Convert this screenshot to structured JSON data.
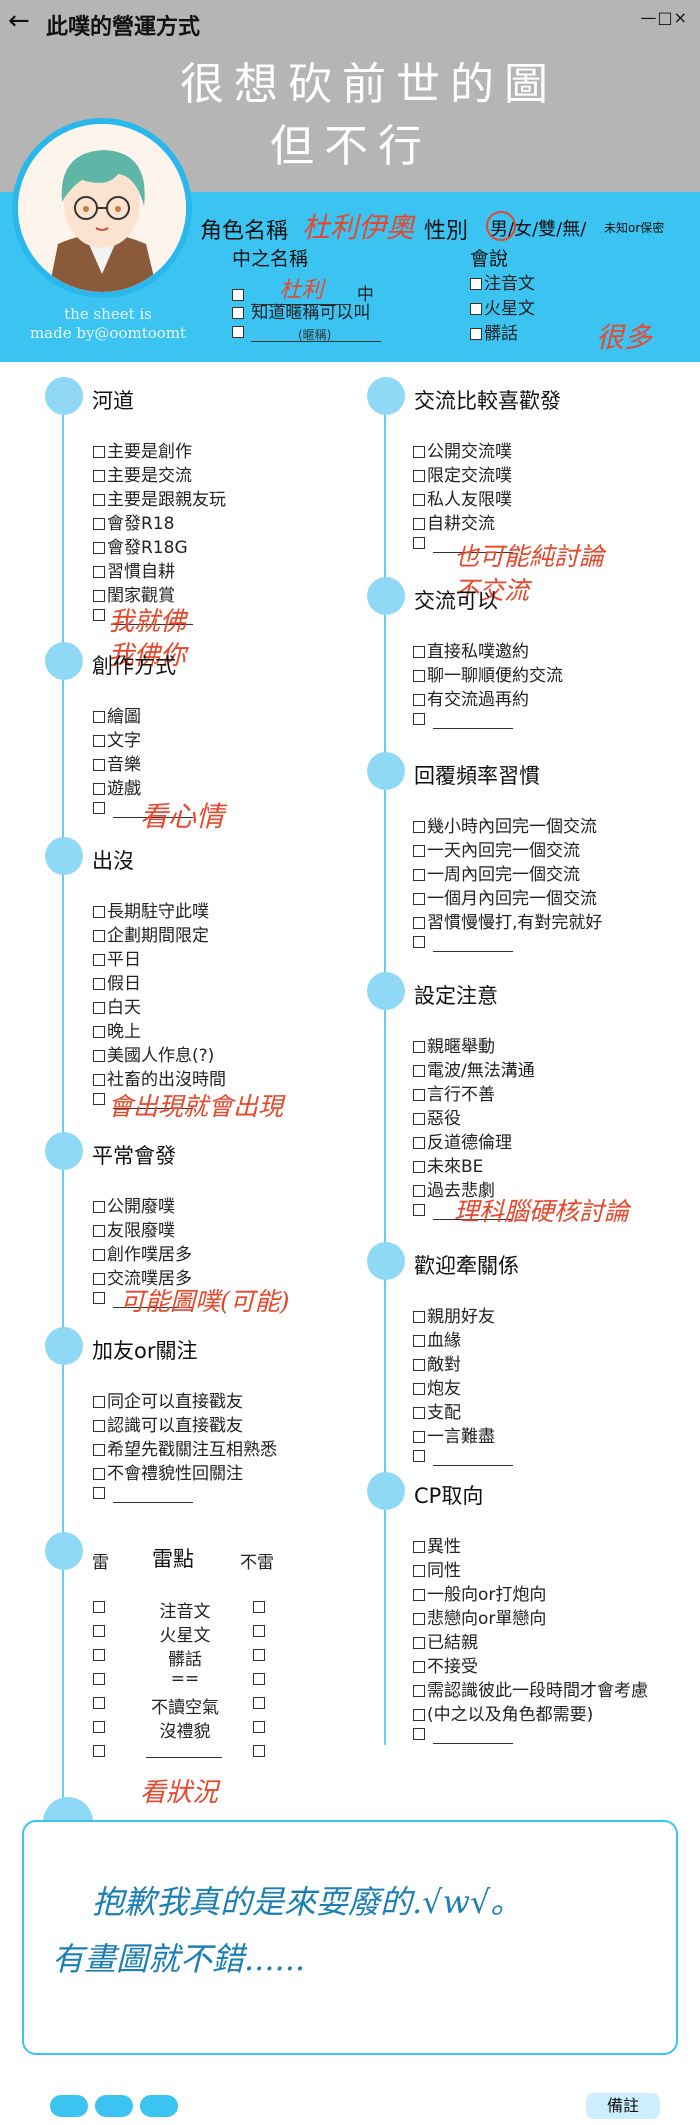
{
  "header": {
    "back_glyph": "←",
    "title": "此噗的營運方式",
    "window_controls": "—□×"
  },
  "banner": {
    "line1": "很想砍前世的圖",
    "line2": "但不行"
  },
  "credit": {
    "line1": "the sheet is",
    "line2": "made by@oomtoomt"
  },
  "profile": {
    "name_label": "角色名稱",
    "name_value": "杜利伊奧",
    "gender_label": "性別",
    "gender_options": "男/女/雙/無/",
    "gender_extra": "未知or保密",
    "chinese_name_label": "中之名稱",
    "chinese_name_value": "杜利",
    "chinese_name_suffix": "中",
    "chinese_opt2": "知道暱稱可以叫",
    "nickname_caption": "(暱稱)",
    "speaks_label": "會說",
    "speaks": [
      "注音文",
      "火星文",
      "髒話"
    ],
    "speaks_note": "很多"
  },
  "left_sections": [
    {
      "title": "河道",
      "items": [
        "主要是創作",
        "主要是交流",
        "主要是跟親友玩",
        "會發R18",
        "會發R18G",
        "習慣自耕",
        "閨家觀賞"
      ],
      "note": "我就佛 我佛你"
    },
    {
      "title": "創作方式",
      "items": [
        "繪圖",
        "文字",
        "音樂",
        "遊戲"
      ],
      "note": "看心情"
    },
    {
      "title": "出沒",
      "items": [
        "長期駐守此噗",
        "企劃期間限定",
        "平日",
        "假日",
        "白天",
        "晚上",
        "美國人作息(?)",
        "社畜的出沒時間"
      ],
      "note": "會出現就會出現"
    },
    {
      "title": "平常會發",
      "items": [
        "公開廢噗",
        "友限廢噗",
        "創作噗居多",
        "交流噗居多"
      ],
      "note": "可能圖噗(可能)"
    },
    {
      "title": "加友or關注",
      "items": [
        "同企可以直接戳友",
        "認識可以直接戳友",
        "希望先戳關注互相熟悉",
        "不會禮貌性回關注"
      ],
      "note": ""
    }
  ],
  "thunder": {
    "col_left": "雷",
    "col_mid": "雷點",
    "col_right": "不雷",
    "rows": [
      "注音文",
      "火星文",
      "髒話",
      "==",
      "不讀空氣",
      "沒禮貌"
    ],
    "note": "看狀況"
  },
  "right_sections": [
    {
      "title": "交流比較喜歡發",
      "items": [
        "公開交流噗",
        "限定交流噗",
        "私人友限噗",
        "自耕交流"
      ],
      "note": "也可能純討論 不交流"
    },
    {
      "title": "交流可以",
      "items": [
        "直接私噗邀約",
        "聊一聊順便約交流",
        "有交流過再約"
      ],
      "note": ""
    },
    {
      "title": "回覆頻率習慣",
      "items": [
        "幾小時內回完一個交流",
        "一天內回完一個交流",
        "一周內回完一個交流",
        "一個月內回完一個交流",
        "習慣慢慢打,有對完就好"
      ],
      "note": ""
    },
    {
      "title": "設定注意",
      "items": [
        "親暱舉動",
        "電波/無法溝通",
        "言行不善",
        "惡役",
        "反道德倫理",
        "未來BE",
        "過去悲劇"
      ],
      "note": "理科腦硬核討論"
    },
    {
      "title": "歡迎牽關係",
      "items": [
        "親朋好友",
        "血緣",
        "敵對",
        "炮友",
        "支配",
        "一言難盡"
      ],
      "note": ""
    },
    {
      "title": "CP取向",
      "items": [
        "異性",
        "同性",
        "一般向or打炮向",
        "悲戀向or單戀向",
        "已結親",
        "不接受",
        "需認識彼此一段時間才會考慮",
        "(中之以及角色都需要)"
      ],
      "note": ""
    }
  ],
  "memo": {
    "line1": "抱歉我真的是來耍廢的.√w√。",
    "line2": "有畫圖就不錯......"
  },
  "footer": {
    "remark_label": "備註"
  },
  "colors": {
    "accent": "#3bc4f2",
    "ink_red": "#e8472b",
    "ink_blue": "#1b7fb6",
    "grey": "#b5b5b5"
  }
}
